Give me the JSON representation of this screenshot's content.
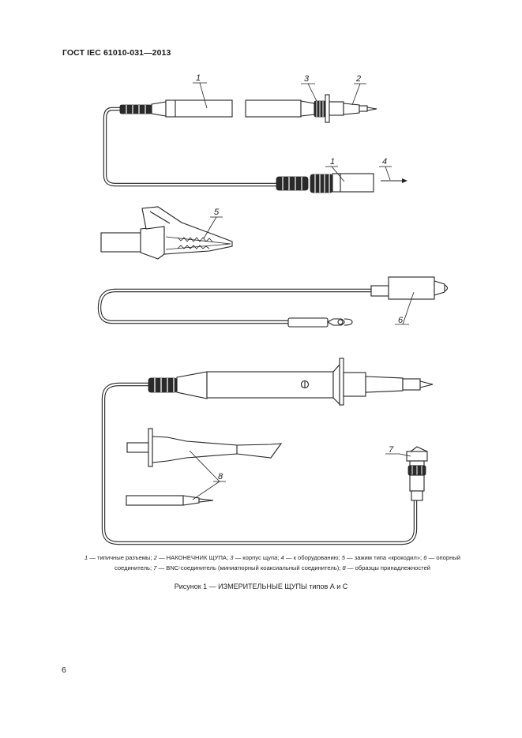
{
  "header": {
    "standard": "ГОСТ IEC 61010-031—2013"
  },
  "figure": {
    "labels": {
      "l1a": "1",
      "l1b": "1",
      "l2": "2",
      "l3": "3",
      "l4": "4",
      "l5": "5",
      "l6": "6",
      "l7": "7",
      "l8": "8"
    }
  },
  "legend": {
    "items": [
      {
        "num": "1",
        "text": " — типичные разъемы; "
      },
      {
        "num": "2",
        "text": " — НАКОНЕЧНИК ЩУПА; "
      },
      {
        "num": "3",
        "text": " — корпус щупа; "
      },
      {
        "num": "4",
        "text": " — к оборудованию; "
      },
      {
        "num": "5",
        "text": " — зажим типа «крокодил»; "
      },
      {
        "num": "6",
        "text": " — опорный соединитель; "
      },
      {
        "num": "7",
        "text": " — BNC-соединитель (миниатюрный коаксиальный соединитель); "
      },
      {
        "num": "8",
        "text": " — образцы принадлежностей"
      }
    ]
  },
  "caption": "Рисунок 1 — ИЗМЕРИТЕЛЬНЫЕ ЩУПЫ типов А и С",
  "page_number": "6"
}
